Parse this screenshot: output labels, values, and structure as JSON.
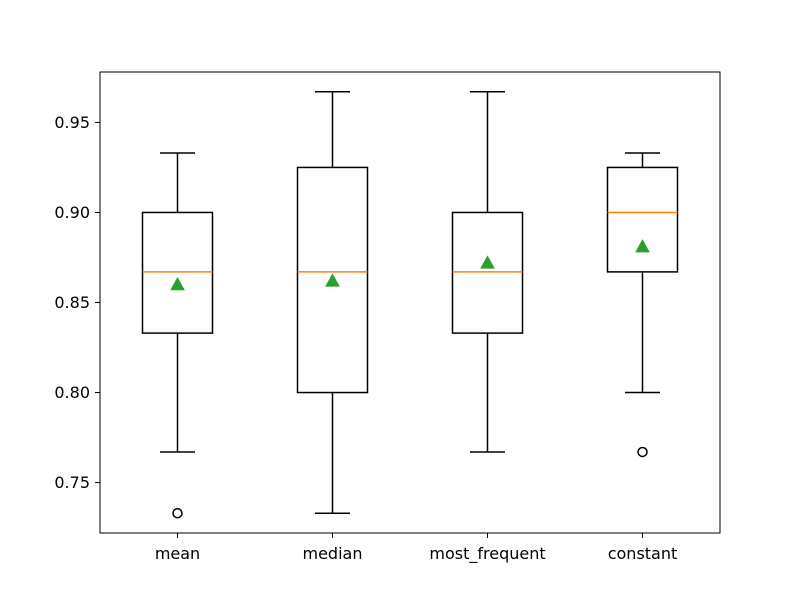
{
  "chart_data": {
    "type": "boxplot",
    "title": "",
    "xlabel": "",
    "ylabel": "",
    "categories": [
      "mean",
      "median",
      "most_frequent",
      "constant"
    ],
    "ylim": [
      0.722,
      0.978
    ],
    "yticks": [
      0.75,
      0.8,
      0.85,
      0.9,
      0.95
    ],
    "ytick_labels": [
      "0.75",
      "0.80",
      "0.85",
      "0.90",
      "0.95"
    ],
    "grid": false,
    "boxes": [
      {
        "category": "mean",
        "whisker_low": 0.767,
        "q1": 0.833,
        "median": 0.867,
        "q3": 0.9,
        "whisker_high": 0.933,
        "mean": 0.86,
        "outliers": [
          0.733
        ]
      },
      {
        "category": "median",
        "whisker_low": 0.733,
        "q1": 0.8,
        "median": 0.867,
        "q3": 0.925,
        "whisker_high": 0.967,
        "mean": 0.862,
        "outliers": []
      },
      {
        "category": "most_frequent",
        "whisker_low": 0.767,
        "q1": 0.833,
        "median": 0.867,
        "q3": 0.9,
        "whisker_high": 0.967,
        "mean": 0.872,
        "outliers": []
      },
      {
        "category": "constant",
        "whisker_low": 0.8,
        "q1": 0.867,
        "median": 0.9,
        "q3": 0.925,
        "whisker_high": 0.933,
        "mean": 0.881,
        "outliers": [
          0.767
        ]
      }
    ],
    "colors": {
      "box": "#000000",
      "median": "#ff7f0e",
      "mean": "#2ca02c",
      "outlier": "#000000"
    }
  }
}
